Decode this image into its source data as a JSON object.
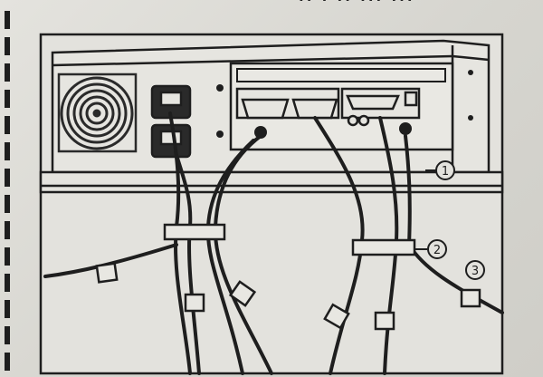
{
  "header": {
    "fragment": "·· · ·· ··· ···"
  },
  "callouts": [
    {
      "label": "1",
      "target": "cable-clip-rail"
    },
    {
      "label": "2",
      "target": "cable-bundle-tie"
    },
    {
      "label": "3",
      "target": "cable-marker"
    }
  ],
  "colors": {
    "ink": "#1e1e1e",
    "paper": "#dedcd6",
    "fan": "#2a2a2a"
  }
}
